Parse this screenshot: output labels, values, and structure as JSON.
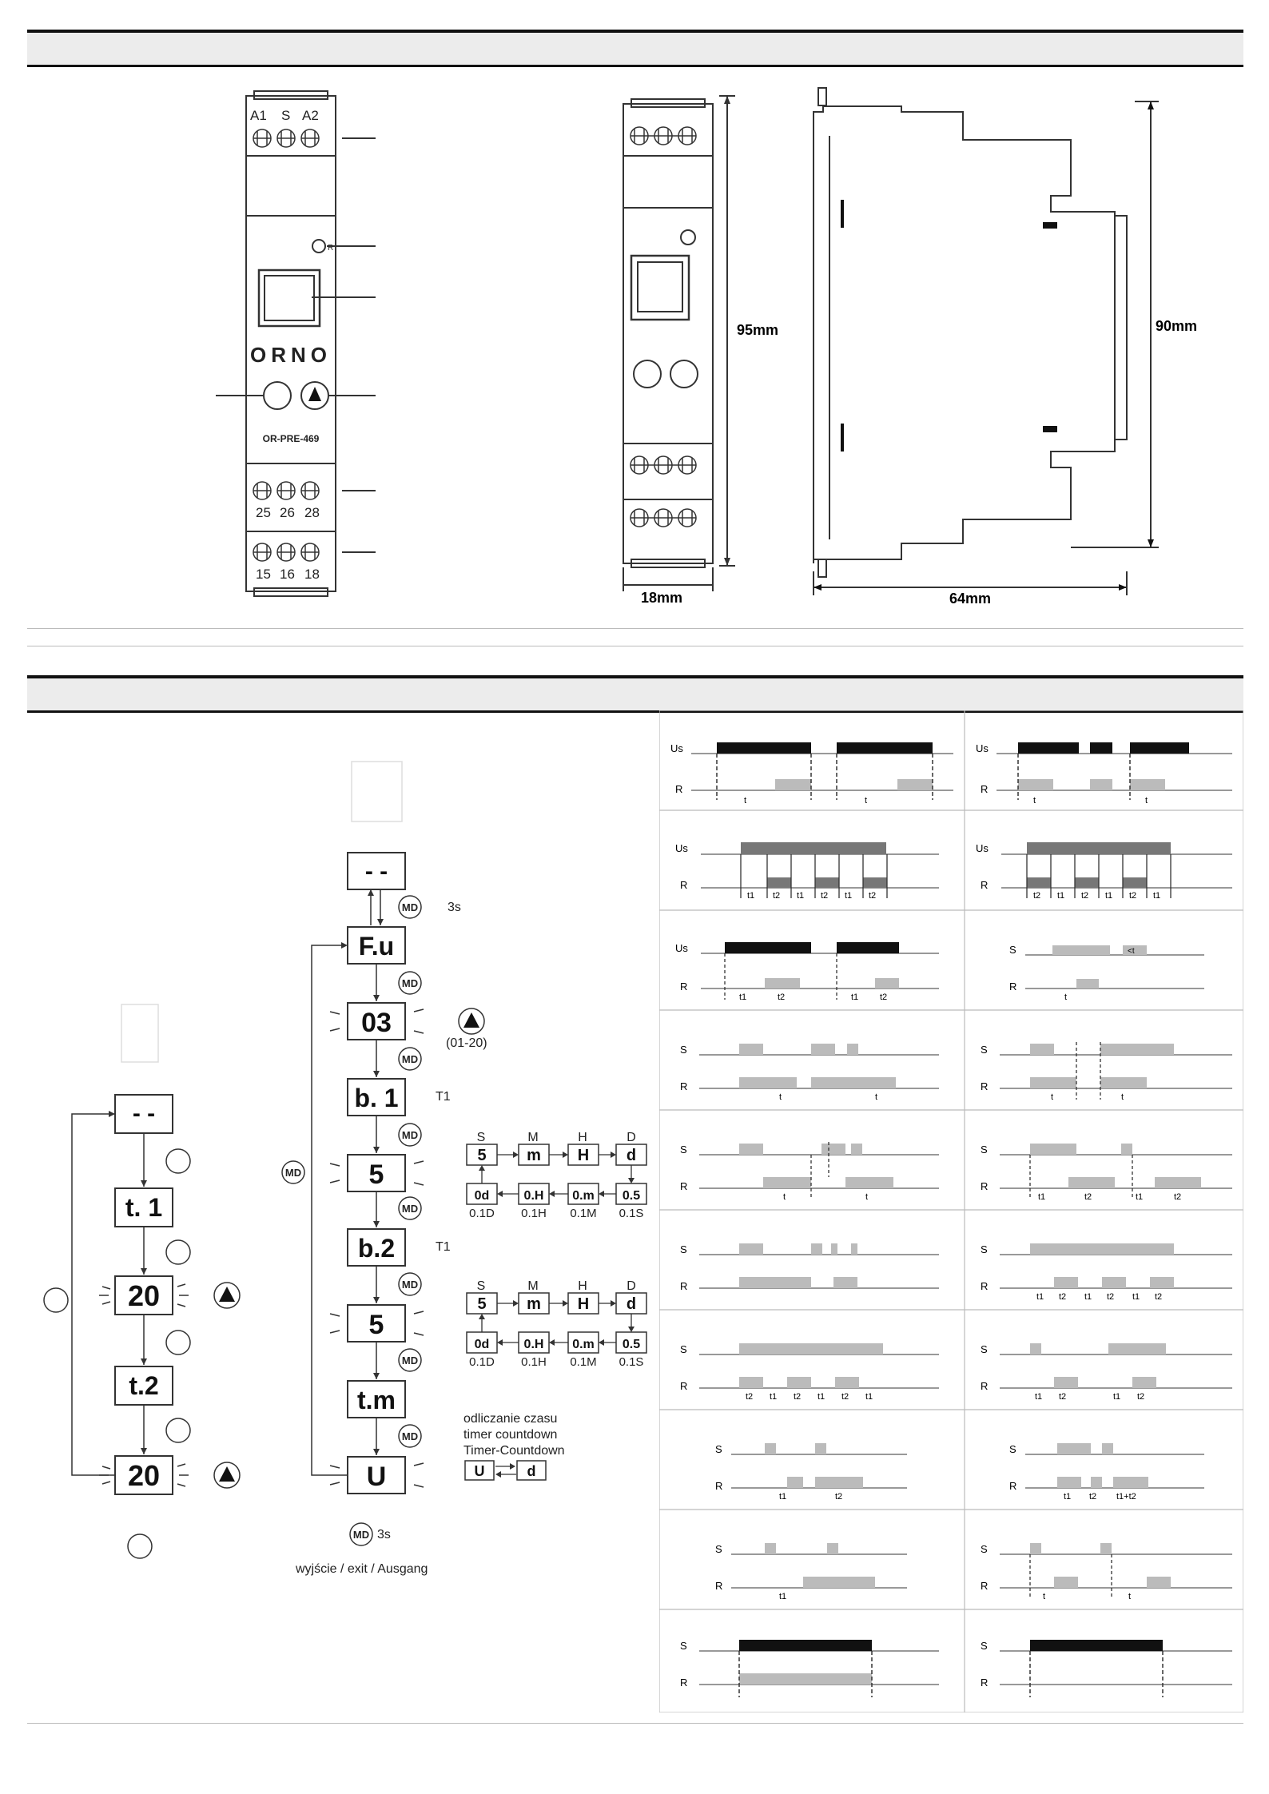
{
  "device": {
    "terminals_top": [
      "A1",
      "S",
      "A2"
    ],
    "led_label": "R",
    "brand": "ORNO",
    "model": "OR-PRE-469",
    "terminals_mid": [
      "25",
      "26",
      "28"
    ],
    "terminals_bot": [
      "15",
      "16",
      "18"
    ]
  },
  "dimensions": {
    "height_front": "95mm",
    "width_front": "18mm",
    "height_side": "90mm",
    "depth_side": "64mm"
  },
  "menu_left": {
    "screens": [
      "- -",
      "t. 1",
      "20",
      "t.2",
      "20"
    ]
  },
  "menu_right": {
    "screens": [
      "- -",
      "F.u",
      "03",
      "b. 1",
      "5",
      "b.2",
      "5",
      "t.m",
      "U"
    ],
    "md_label": "MD",
    "hold_3s": "3s",
    "range": "(01-20)",
    "t1_a": "T1",
    "t1_b": "T1",
    "units": [
      "S",
      "M",
      "H",
      "D"
    ],
    "unit_screens_top": [
      "5",
      "m",
      "H",
      "d"
    ],
    "unit_screens_bot": [
      "0d",
      "0.H",
      "0.m",
      "0.5"
    ],
    "unit_labels": [
      "0.1D",
      "0.1H",
      "0.1M",
      "0.1S"
    ],
    "countdown": [
      "odliczanie czasu",
      "timer countdown",
      "Timer-Countdown"
    ],
    "countdown_screens": [
      "U",
      "d"
    ],
    "exit_3s": "3s",
    "exit_text": "wyjście / exit / Ausgang"
  },
  "timing": {
    "labels": {
      "us": "Us",
      "s": "S",
      "r": "R",
      "t": "t",
      "t1": "t1",
      "t2": "t2",
      "lt": "<t",
      "t1t2": "t1+t2"
    }
  }
}
